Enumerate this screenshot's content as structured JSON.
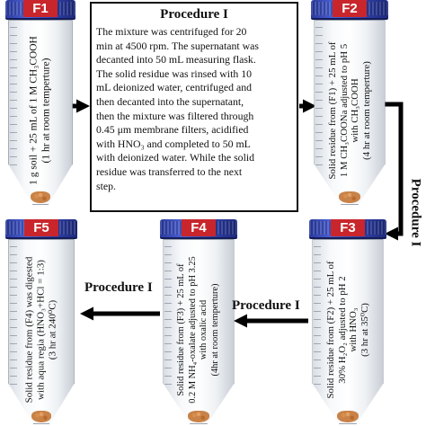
{
  "procedure_box": {
    "title": "Procedure I",
    "paragraph": "The mixture was centrifuged for 20 min at 4500 rpm. The supernatant was decanted into 50 mL measuring flask. The solid residue was rinsed with 10 mL deionized water, centrifuged and then decanted into the supernatant, then the mixture was filtered through 0.45 μm membrane filters, acidified with HNO3 and completed to 50 mL with deionized water. While the solid residue was transferred to the next step."
  },
  "procedure_box_lines": [
    "The mixture was centrifuged for 20",
    "min at 4500 rpm. The supernatant was",
    "decanted into 50 mL measuring flask.",
    "The solid residue was rinsed with 10",
    "mL deionized water, centrifuged and",
    "then decanted into the supernatant,",
    "then the mixture was filtered through",
    "0.45 μm membrane filters, acidified",
    "with HNO₃ and completed to 50 mL",
    "with deionized water. While the solid",
    "residue was transferred to the next",
    "step."
  ],
  "tubes": [
    {
      "id": "F1",
      "label": "F1",
      "lines": [
        "1 g soil + 25 mL of 1 M CH₃COOH",
        "(1 hr at room temperture)"
      ]
    },
    {
      "id": "F2",
      "label": "F2",
      "lines": [
        "Solid residue from (F1) + 25 mL of",
        "1 M CH₃COONa adjusted to pH 5",
        "with CH₃COOH",
        "(4 hr at room temperture)"
      ]
    },
    {
      "id": "F3",
      "label": "F3",
      "lines": [
        "Solid residue from (F2) + 25 mL of",
        "30% H₂O₂ adjusted to pH 2",
        "with HNO₃",
        "(3 hr at 35⁰C)"
      ]
    },
    {
      "id": "F4",
      "label": "F4",
      "lines": [
        "Solid residue from (F3) + 25 mL of",
        "0.2 M NH₄-oxalate adjusted to pH 3.25",
        "with oxalic acid",
        "(4hr at room temperture)"
      ]
    },
    {
      "id": "F5",
      "label": "F5",
      "lines": [
        "Solid residue from (F4) was digested",
        "with aqua regia (HNO₃+HCl = 1:3)",
        "(3 hr at 240⁰C)"
      ]
    }
  ],
  "arrow_labels": {
    "right_vertical": "Procedure I",
    "f3_to_f4": "Procedure I",
    "f4_to_f5": "Procedure I"
  },
  "colors": {
    "cap_blue": "#3446b4",
    "label_red": "#c8262c",
    "arrow": "#000000"
  }
}
